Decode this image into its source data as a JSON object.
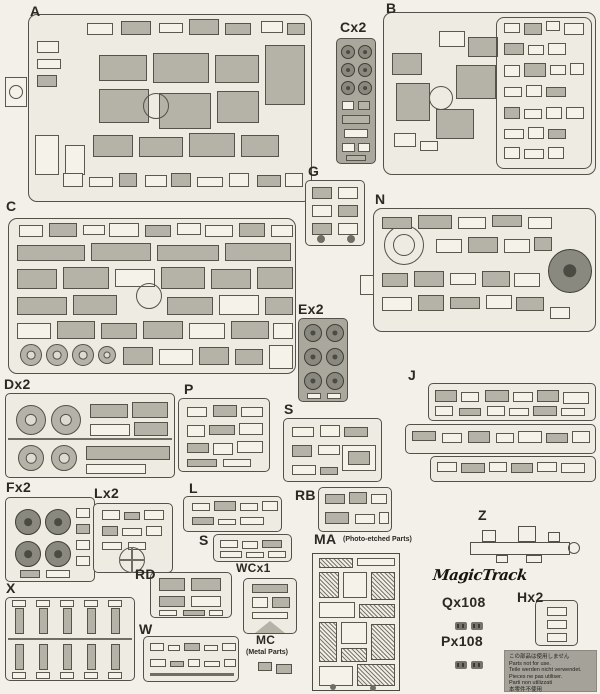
{
  "sheet": {
    "labels": {
      "A": "A",
      "B": "B",
      "Cx2": "Cx2",
      "G": "G",
      "C": "C",
      "N": "N",
      "Ex2": "Ex2",
      "Dx2": "Dx2",
      "P": "P",
      "S": "S",
      "J": "J",
      "Fx2": "Fx2",
      "Lx2": "Lx2",
      "L": "L",
      "RB": "RB",
      "S2": "S",
      "MA": "MA",
      "MA_sub": "(Photo-etched Parts)",
      "Z": "Z",
      "logo": "MagicTrack",
      "Hx2": "Hx2",
      "Qx108": "Qx108",
      "Px108": "Px108",
      "X": "X",
      "RD": "RD",
      "WCx1": "WCx1",
      "W": "W",
      "MC": "MC",
      "MC_sub": "(Metal Parts)"
    },
    "notice": {
      "lines": [
        "この部品は使用しません",
        "Parts not for use.",
        "Teile werden nicht verwendet.",
        "Pieces ne pas utiliser.",
        "Parti non utilizzati",
        "本零件不使用"
      ]
    },
    "colors": {
      "paper": "#f2f0e8",
      "part_gray": "#b5b3a8",
      "notice_bg": "#a4a299"
    }
  }
}
